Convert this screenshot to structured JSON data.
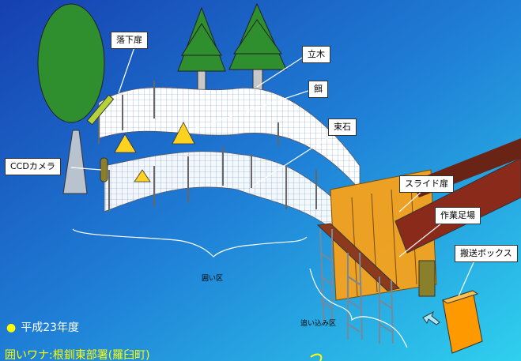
{
  "callouts": {
    "rakka_tobira": "落下扉",
    "ryuuboku": "立木",
    "esa": "餌",
    "tsukaishi": "束石",
    "ccd_camera": "CCDカメラ",
    "slide_tobira": "スライド扉",
    "sagyou_ashiba": "作業足場",
    "hansou_box": "搬送ボックス"
  },
  "regions": {
    "kakoi_ku": "囲い区",
    "oikomi_ku": "追い込み区"
  },
  "footer": {
    "year": "平成23年度",
    "partial_line": "囲いワナ:根釧東部署(羅臼町)"
  },
  "colors": {
    "background_top": "#1a4fbf",
    "background_bottom": "#28c4e6",
    "fence": "#ffffff",
    "tree": "#2f8f2f",
    "bait": "#ffd21f",
    "slide_gate": "#f7a21b",
    "scaffold": "#8b3a1e",
    "box": "#ff9900"
  }
}
